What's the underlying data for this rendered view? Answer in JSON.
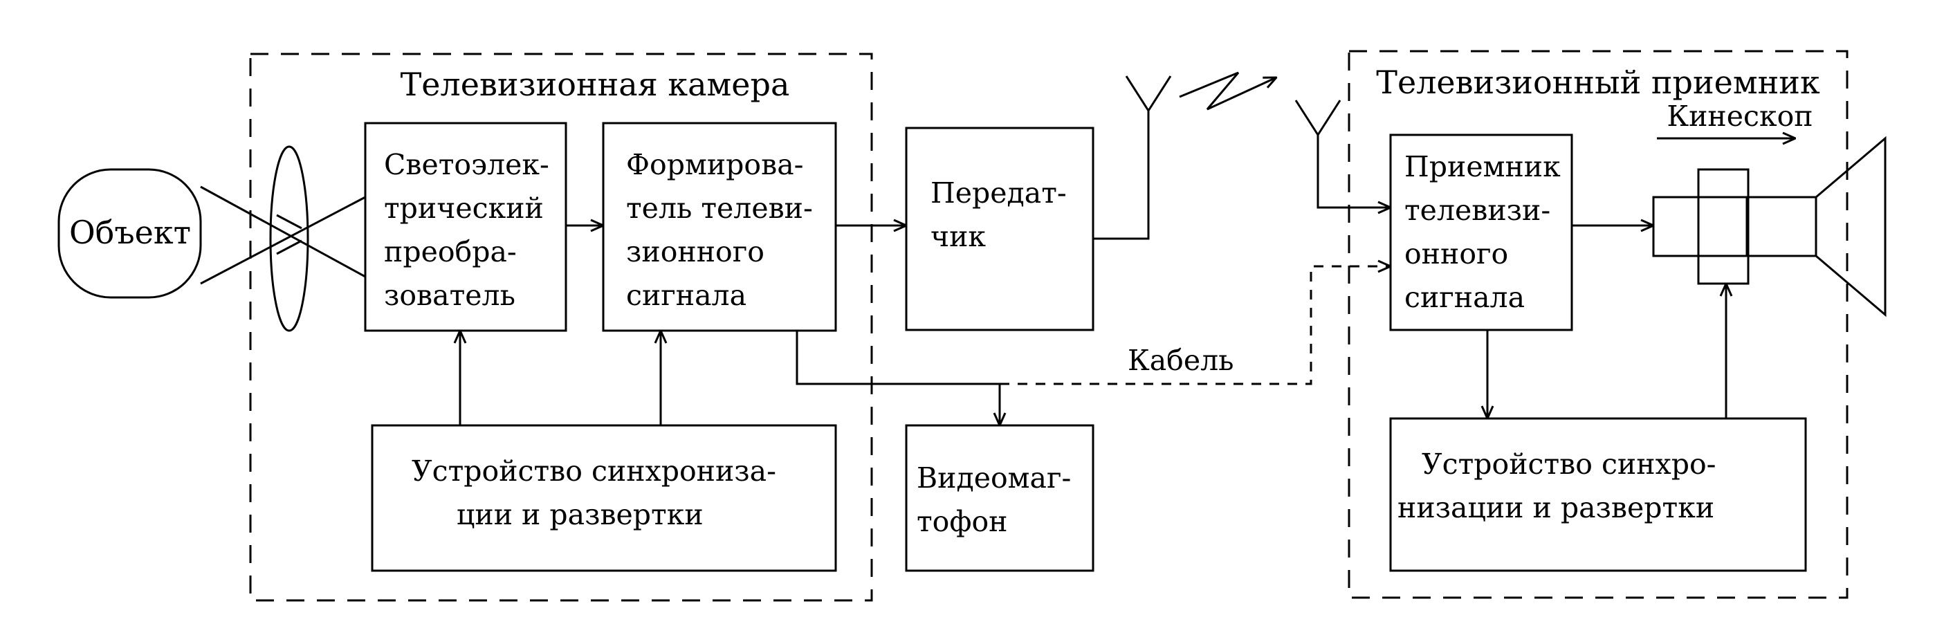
{
  "groups": {
    "camera_title": "Телевизионная камера",
    "receiver_title": "Телевизионный приемник"
  },
  "object": {
    "label": "Объект"
  },
  "blocks": {
    "converter": [
      "Светоэлек-",
      "трический",
      "преобра-",
      "зователь"
    ],
    "former": [
      "Формирова-",
      "тель телеви-",
      "зионного",
      "сигнала"
    ],
    "transmitter": [
      "Передат-",
      "чик"
    ],
    "sync_camera": [
      "Устройство синхрониза-",
      "ции и развертки"
    ],
    "vcr": [
      "Видеомаг-",
      "тофон"
    ],
    "receiver": [
      "Приемник",
      "телевизи-",
      "онного",
      "сигнала"
    ],
    "sync_receiver": [
      "Устройство синхро-",
      "низации и развертки"
    ]
  },
  "labels": {
    "cable": "Кабель",
    "kinescope": "Кинескоп"
  },
  "colors": {
    "ink": "#000000",
    "background": "#ffffff"
  }
}
